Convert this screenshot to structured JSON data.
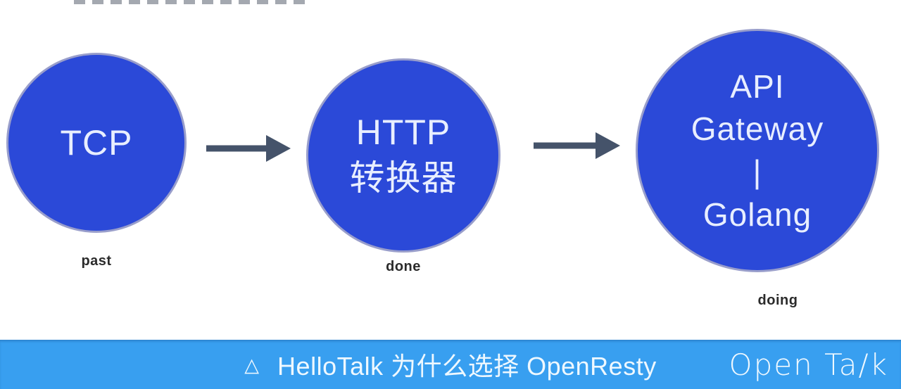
{
  "colors": {
    "circle_blue": "#2b49d8",
    "circle_text": "#e8eeff",
    "arrow_gray": "#45536a",
    "label_dark": "#2b2b2b",
    "footer_blue": "#389ff0",
    "footer_text": "#eef8ff"
  },
  "diagram": {
    "nodes": [
      {
        "id": "tcp",
        "lines": [
          "TCP"
        ],
        "label": "past"
      },
      {
        "id": "http",
        "lines": [
          "HTTP",
          "转换器"
        ],
        "label": "done"
      },
      {
        "id": "gateway",
        "lines": [
          "API",
          "Gateway",
          "|",
          "Golang"
        ],
        "label": "doing"
      }
    ]
  },
  "footer": {
    "bullet": "△",
    "title": "HelloTalk 为什么选择 OpenResty",
    "logo": "Open Ta/k"
  }
}
